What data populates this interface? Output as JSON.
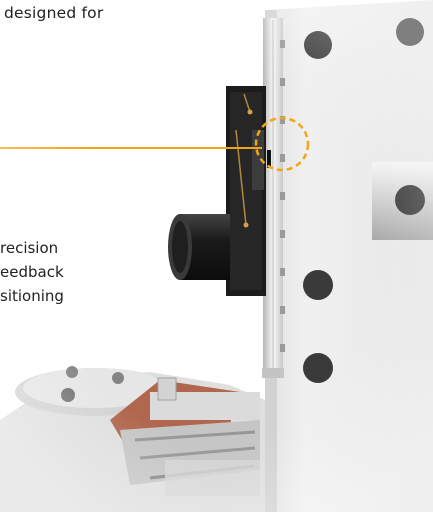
{
  "caption": {
    "top_line": "designed for",
    "lines": [
      "recision",
      "eedback",
      "sitioning"
    ]
  },
  "colors": {
    "callout": "#f2a516",
    "plate": "#ececec",
    "plate_shadow": "#d2d2d2",
    "hole": "#3a3a3a",
    "sensor_body": "#1c1c1c",
    "base_rust": "#a8573a"
  },
  "icons": {
    "callout_marker": "dashed-circle-icon"
  }
}
